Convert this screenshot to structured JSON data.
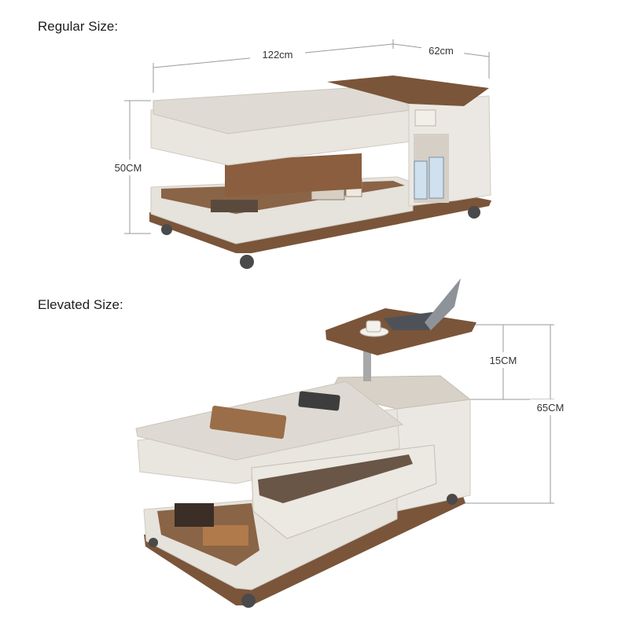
{
  "headings": {
    "regular": "Regular Size:",
    "elevated": "Elevated Size:"
  },
  "regular_dims": {
    "length": "122cm",
    "depth": "62cm",
    "height": "50CM"
  },
  "elevated_dims": {
    "lift": "15CM",
    "total_height": "65CM"
  },
  "colors": {
    "cream": "#e6e2dc",
    "cream_dark": "#cfcac2",
    "walnut": "#7a553a",
    "walnut_dark": "#5e3f29",
    "line": "#9a9a9a"
  }
}
